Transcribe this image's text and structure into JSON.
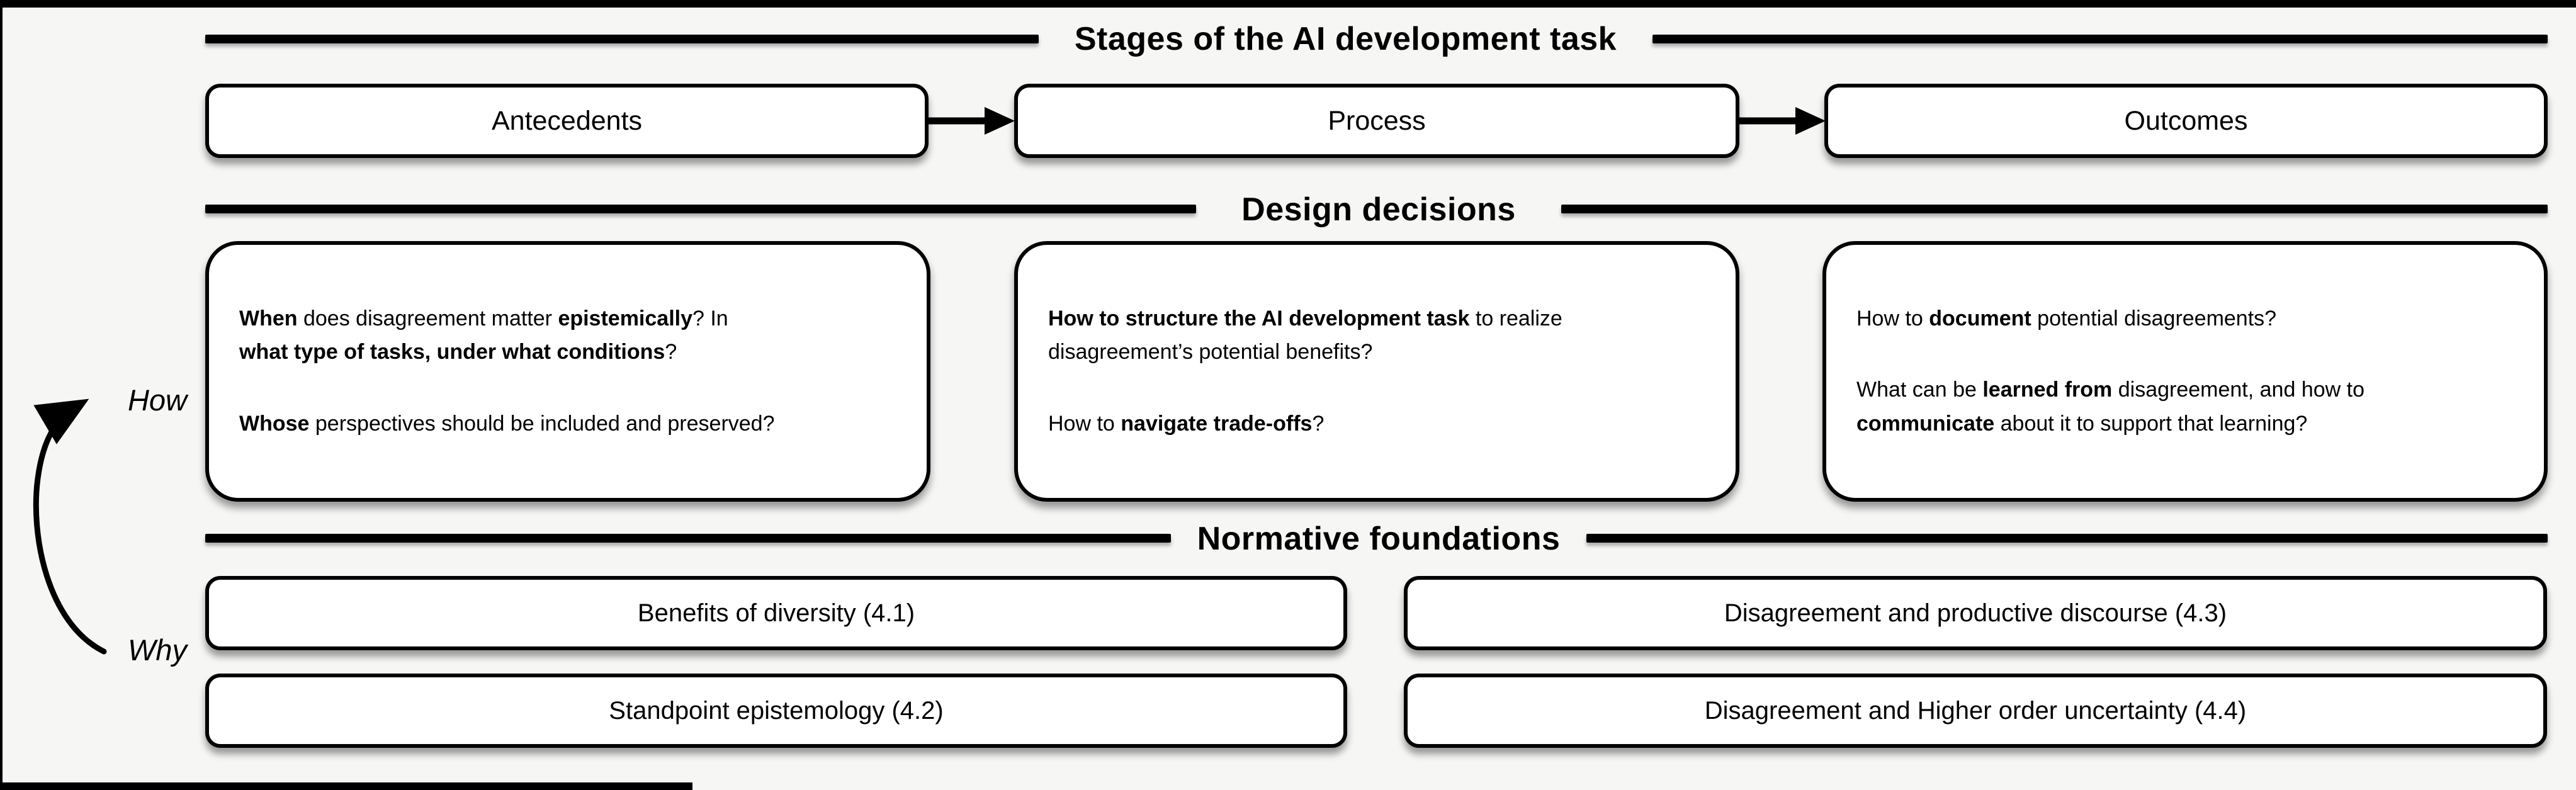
{
  "palette": {
    "background": "#f6f6f5",
    "ink": "#000000",
    "box_fill": "#ffffff"
  },
  "headers": {
    "stages": "Stages of the AI development task",
    "design": "Design decisions",
    "normative": "Normative foundations"
  },
  "stages": [
    {
      "label": "Antecedents"
    },
    {
      "label": "Process"
    },
    {
      "label": "Outcomes"
    }
  ],
  "design_boxes": [
    {
      "paragraphs": [
        [
          {
            "t": "When",
            "b": 1
          },
          {
            "t": " does disagreement matter ",
            "b": 0
          },
          {
            "t": "epistemically",
            "b": 1
          },
          {
            "t": "? In\n",
            "b": 0
          },
          {
            "t": "what type of tasks, under what conditions",
            "b": 1
          },
          {
            "t": "?",
            "b": 0
          }
        ],
        [
          {
            "t": "Whose",
            "b": 1
          },
          {
            "t": " perspectives should be included and preserved?",
            "b": 0
          }
        ]
      ]
    },
    {
      "paragraphs": [
        [
          {
            "t": "How to structure the AI development task",
            "b": 1
          },
          {
            "t": " to realize\ndisagreement’s potential benefits?",
            "b": 0
          }
        ],
        [
          {
            "t": "How to ",
            "b": 0
          },
          {
            "t": "navigate trade-offs",
            "b": 1
          },
          {
            "t": "?",
            "b": 0
          }
        ]
      ]
    },
    {
      "paragraphs": [
        [
          {
            "t": "How to ",
            "b": 0
          },
          {
            "t": "document",
            "b": 1
          },
          {
            "t": " potential disagreements?",
            "b": 0
          }
        ],
        [
          {
            "t": "What can be ",
            "b": 0
          },
          {
            "t": "learned from",
            "b": 1
          },
          {
            "t": " disagreement, and how to\n",
            "b": 0
          },
          {
            "t": "communicate",
            "b": 1
          },
          {
            "t": " about it to support that learning?",
            "b": 0
          }
        ]
      ]
    }
  ],
  "normative_boxes": [
    {
      "label": "Benefits of diversity (4.1)"
    },
    {
      "label": "Standpoint epistemology (4.2)"
    },
    {
      "label": "Disagreement and productive discourse (4.3)"
    },
    {
      "label": "Disagreement and Higher order uncertainty (4.4)"
    }
  ],
  "side_labels": {
    "how": "How",
    "why": "Why"
  }
}
